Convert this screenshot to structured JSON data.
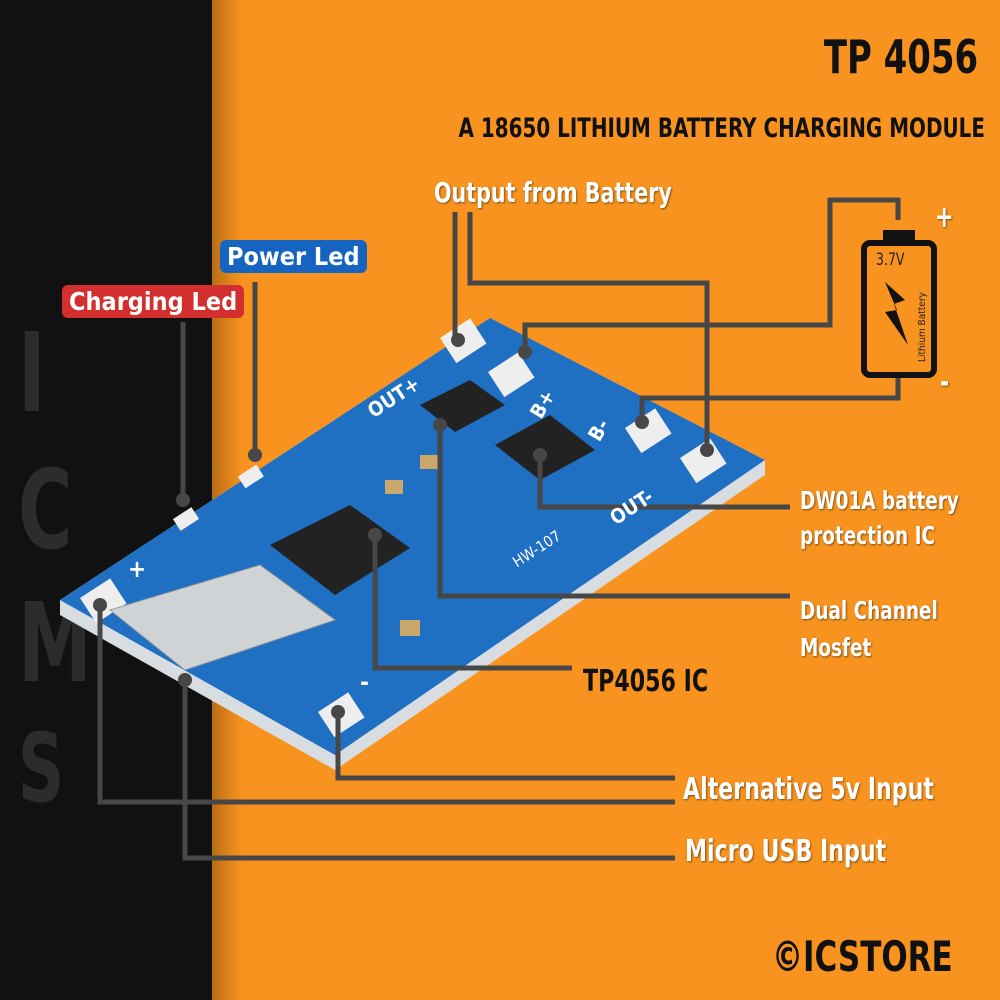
{
  "header": {
    "title": "TP 4056",
    "subtitle": "A 18650 LITHIUM BATTERY CHARGING MODULE"
  },
  "watermark": [
    "I",
    "C",
    "M",
    "S"
  ],
  "labels": {
    "output_from_battery": "Output from  Battery",
    "power_led": "Power Led",
    "charging_led": "Charging Led",
    "dw01a_line1": "DW01A battery",
    "dw01a_line2": "protection IC",
    "mosfet_line1": "Dual Channel",
    "mosfet_line2": "Mosfet",
    "tp4056_ic": "TP4056 IC",
    "alt_input": "Alternative 5v Input",
    "usb_input": "Micro USB Input"
  },
  "battery": {
    "voltage": "3.7V",
    "type": "Lithium Battery",
    "plus": "+",
    "minus": "-"
  },
  "board": {
    "out_plus": "OUT+",
    "b_plus": "B+",
    "b_minus": "B-",
    "out_minus": "OUT-",
    "model": "HW-107",
    "plus": "+",
    "minus": "-"
  },
  "brand": "©ICSTORE",
  "colors": {
    "orange": "#f7931e",
    "dark": "#111111",
    "line": "#474747",
    "blue": "#1565c0",
    "red": "#d32f2f",
    "pcb": "#1f6fc2"
  }
}
